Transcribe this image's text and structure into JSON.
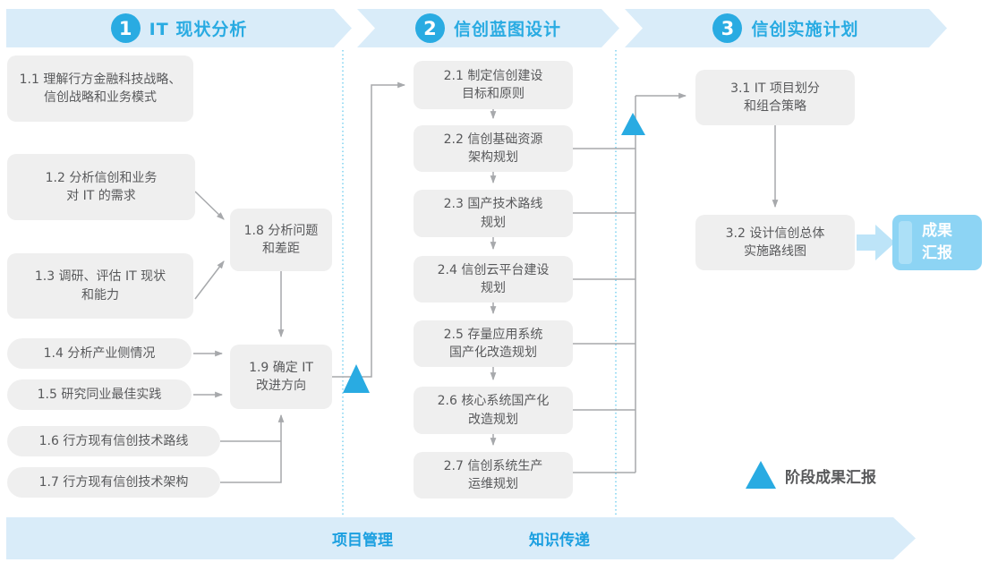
{
  "colors": {
    "band_fill": "#D9ECF9",
    "accent_blue": "#29ABE2",
    "box_gray": "#EFEFEF",
    "box_text": "#58595B",
    "connector_gray": "#A7A9AC",
    "deliverable_fill": "#8DD4F4",
    "footer_text": "#1B9FE0"
  },
  "phases": [
    {
      "number": "1",
      "title": "IT 现状分析"
    },
    {
      "number": "2",
      "title": "信创蓝图设计"
    },
    {
      "number": "3",
      "title": "信创实施计划"
    }
  ],
  "phase1": {
    "steps": [
      "1.1 理解行方金融科技战略、\n信创战略和业务模式",
      "1.2 分析信创和业务\n对 IT 的需求",
      "1.3 调研、评估 IT 现状\n和能力",
      "1.4 分析产业侧情况",
      "1.5 研究同业最佳实践",
      "1.6 行方现有信创技术路线",
      "1.7 行方现有信创技术架构",
      "1.8 分析问题\n和差距",
      "1.9 确定 IT\n改进方向"
    ]
  },
  "phase2": {
    "steps": [
      "2.1 制定信创建设\n目标和原则",
      "2.2 信创基础资源\n架构规划",
      "2.3 国产技术路线\n规划",
      "2.4 信创云平台建设\n规划",
      "2.5 存量应用系统\n国产化改造规划",
      "2.6 核心系统国产化\n改造规划",
      "2.7 信创系统生产\n运维规划"
    ]
  },
  "phase3": {
    "steps": [
      "3.1 IT 项目划分\n和组合策略",
      "3.2 设计信创总体\n实施路线图"
    ],
    "deliverable": "成果\n汇报"
  },
  "legend": {
    "label": "阶段成果汇报"
  },
  "footer": {
    "items": [
      "项目管理",
      "知识传递"
    ]
  }
}
